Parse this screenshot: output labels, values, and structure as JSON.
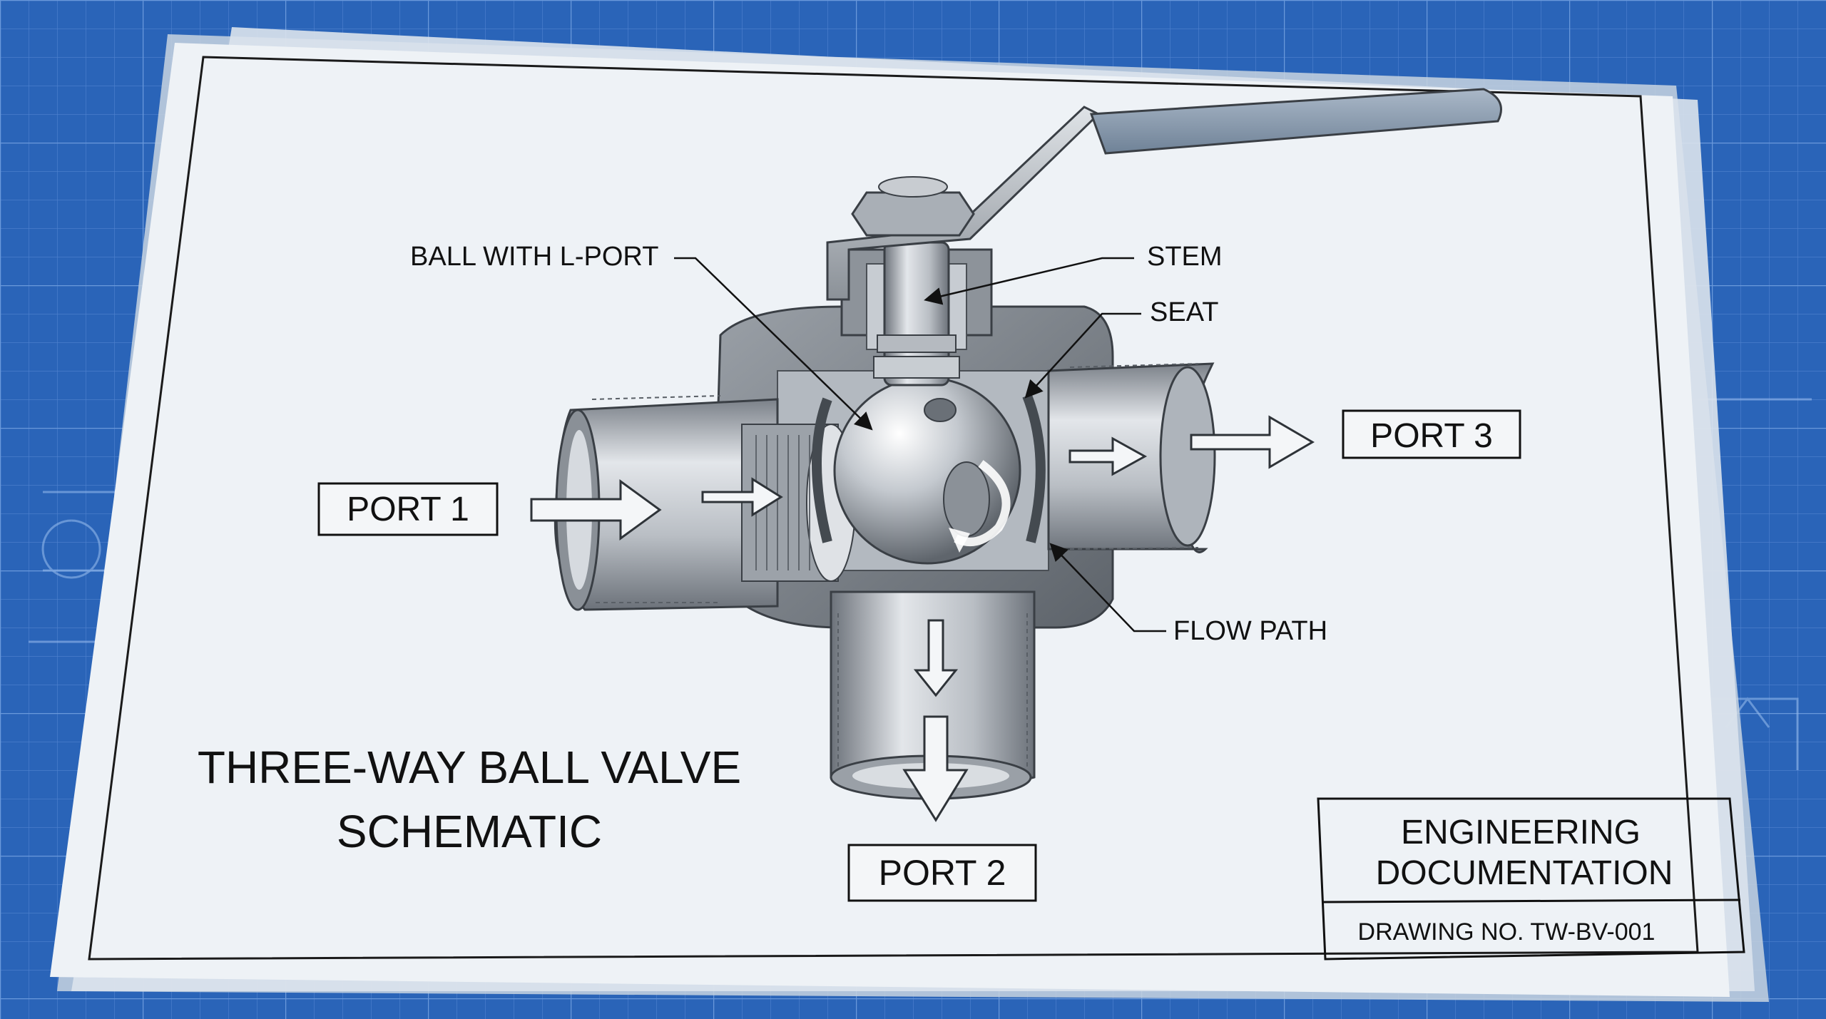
{
  "drawing": {
    "title_line_1": "THREE-WAY BALL VALVE",
    "title_line_2": "SCHEMATIC",
    "ports": {
      "port_1": "PORT 1",
      "port_2": "PORT 2",
      "port_3": "PORT 3"
    },
    "callouts": {
      "ball": "BALL WITH L-PORT",
      "stem": "STEM",
      "seat": "SEAT",
      "flow_path": "FLOW PATH"
    },
    "title_block": {
      "heading_line_1": "ENGINEERING",
      "heading_line_2": "DOCUMENTATION",
      "drawing_number": "DRAWING NO. TW-BV-001"
    }
  },
  "colors": {
    "blueprint_background": "#2a64b8",
    "paper": "#eef2f6",
    "metal_light": "#d9dde2",
    "metal_dark": "#6f757c",
    "handle_grip": "#8ea0b5",
    "ink": "#111111"
  }
}
